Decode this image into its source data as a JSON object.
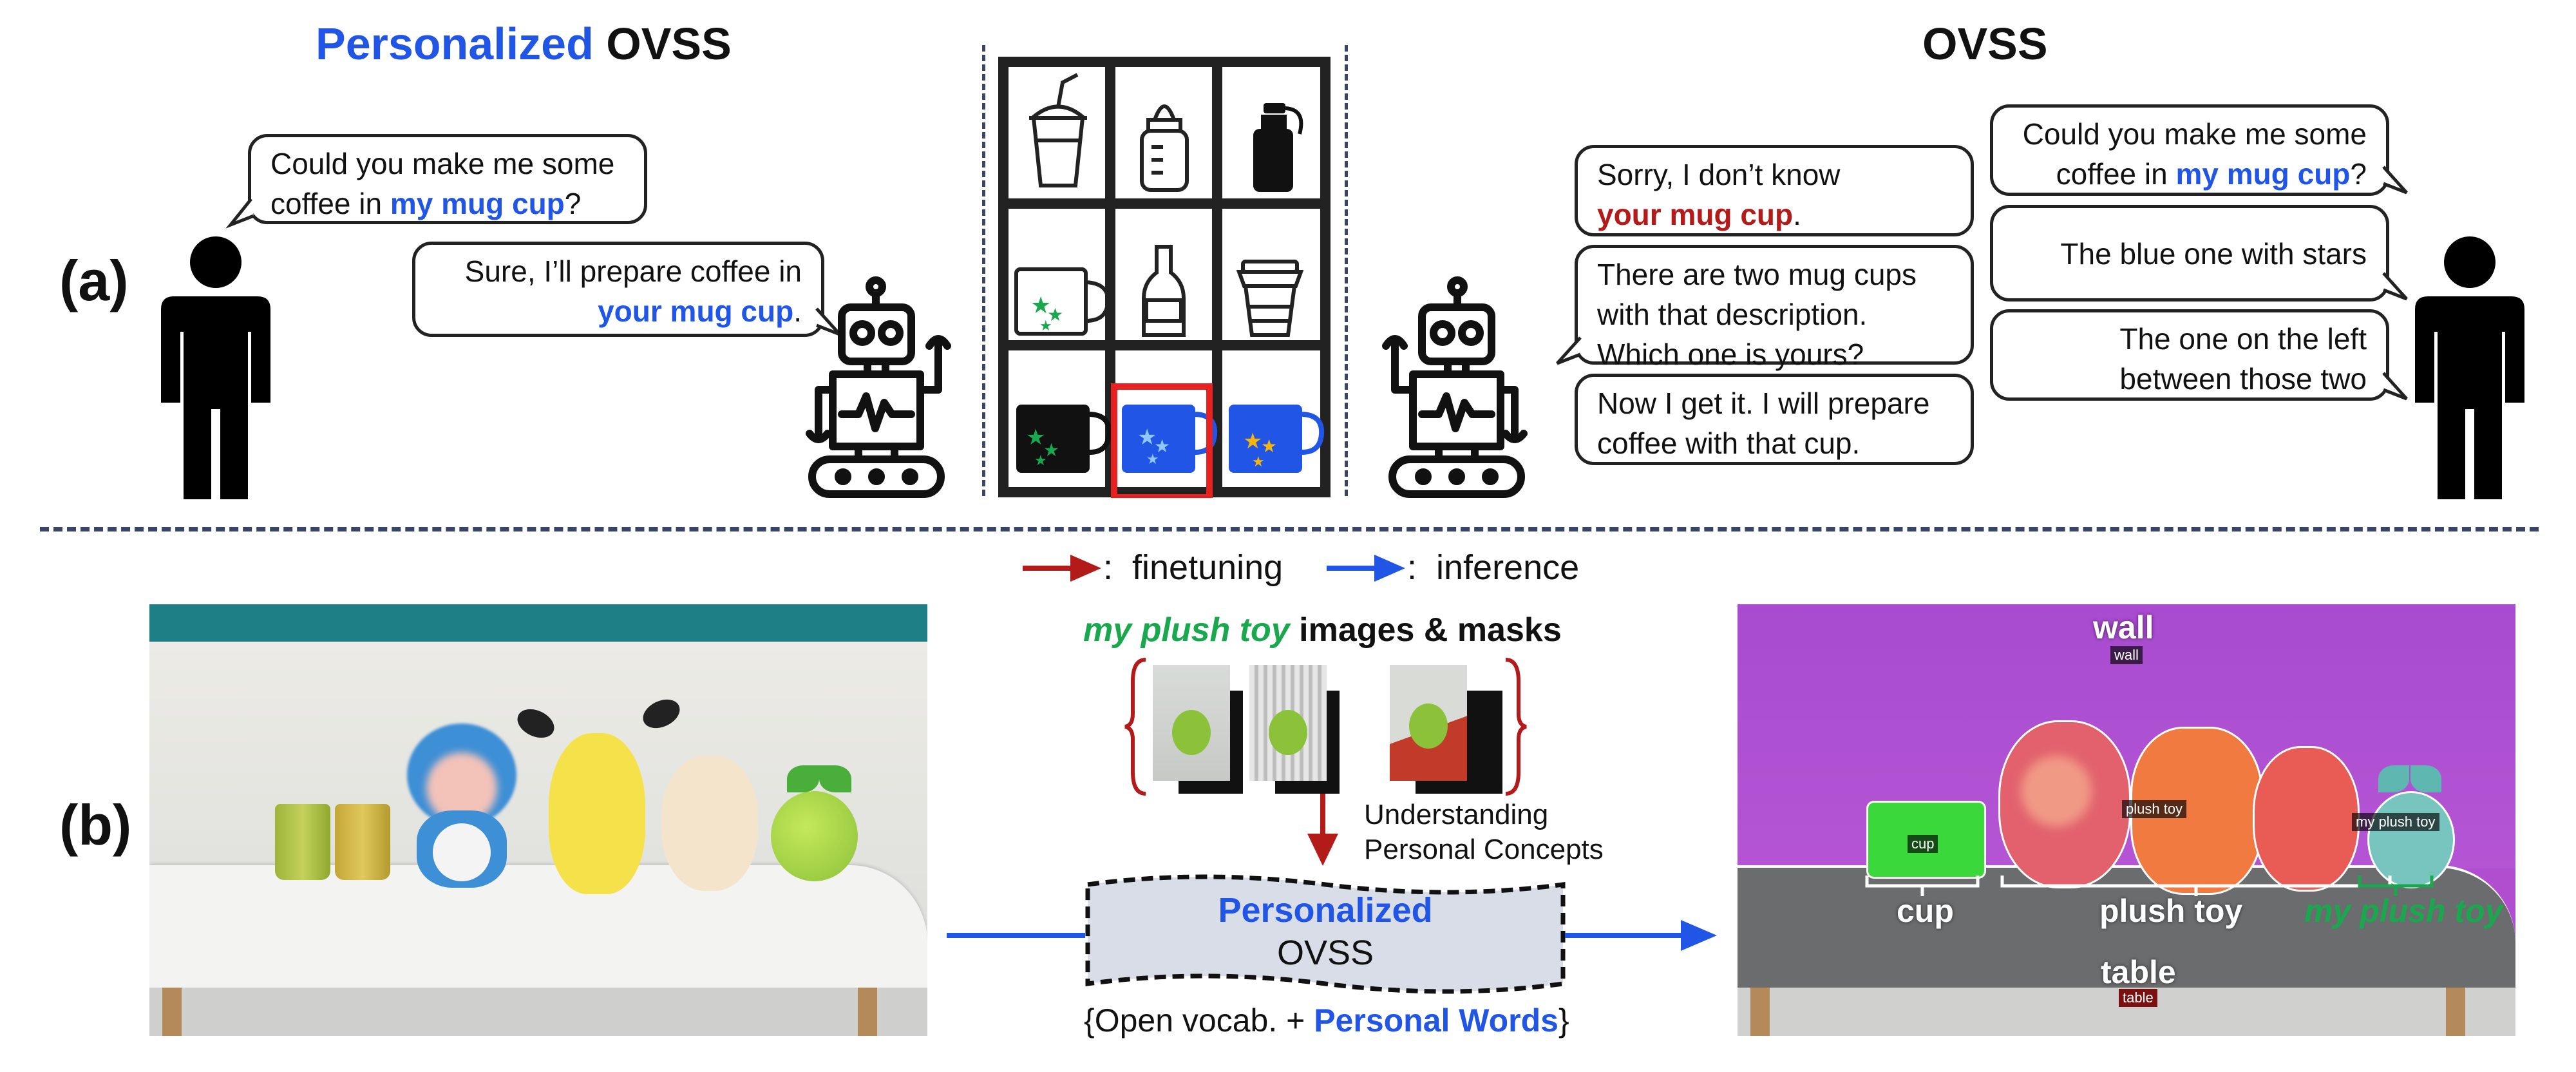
{
  "panel_a": {
    "label": "(a)",
    "left_title": {
      "highlight": "Personalized",
      "rest": " OVSS"
    },
    "right_title": "OVSS",
    "left_dialogue": {
      "user": {
        "line1": "Could you make me some",
        "line2_pre": "coffee in ",
        "line2_hl": "my mug cup",
        "line2_post": "?"
      },
      "robot": {
        "line1": "Sure, I’ll prepare coffee in",
        "line2_hl": "your mug cup",
        "line2_post": "."
      }
    },
    "right_dialogue": {
      "user1": {
        "line1": "Could you make me some",
        "line2_pre": "coffee in ",
        "line2_hl": "my mug cup",
        "line2_post": "?"
      },
      "robot1": {
        "line1": "Sorry, I don’t know",
        "line2_hl": "your mug cup",
        "line2_post": "."
      },
      "robot2": {
        "line1": "There are two mug cups",
        "line2": "with that description.",
        "line3": "Which one is yours?"
      },
      "user2": "The blue one with stars",
      "user3": {
        "line1": "The one on the left",
        "line2": "between those two"
      },
      "robot3": {
        "line1": "Now I get it. I will prepare",
        "line2": "coffee with that cup."
      }
    }
  },
  "panel_b": {
    "label": "(b)",
    "legend": {
      "finetuning": ":  finetuning",
      "inference": ":  inference"
    },
    "images_title": {
      "hl": "my plush toy",
      "rest": " images & masks"
    },
    "understanding": {
      "line1": "Understanding",
      "line2": "Personal Concepts"
    },
    "model_box": {
      "line1": "Personalized",
      "line2": "OVSS"
    },
    "vocab": {
      "open": "{Open vocab. + ",
      "hl": "Personal Words",
      "close": "}"
    },
    "seg_labels": {
      "wall": "wall",
      "wall_small": "wall",
      "cup": "cup",
      "cup_small": "cup",
      "plush_toy": "plush toy",
      "plush_small": "plush toy",
      "my_plush_toy": "my plush toy",
      "my_plush_small": "my plush toy",
      "table": "table",
      "table_small": "table"
    }
  },
  "colors": {
    "blue": "#2155e6",
    "red": "#b31b1b",
    "green": "#1aa84f",
    "highlight_box": "#e82020"
  }
}
